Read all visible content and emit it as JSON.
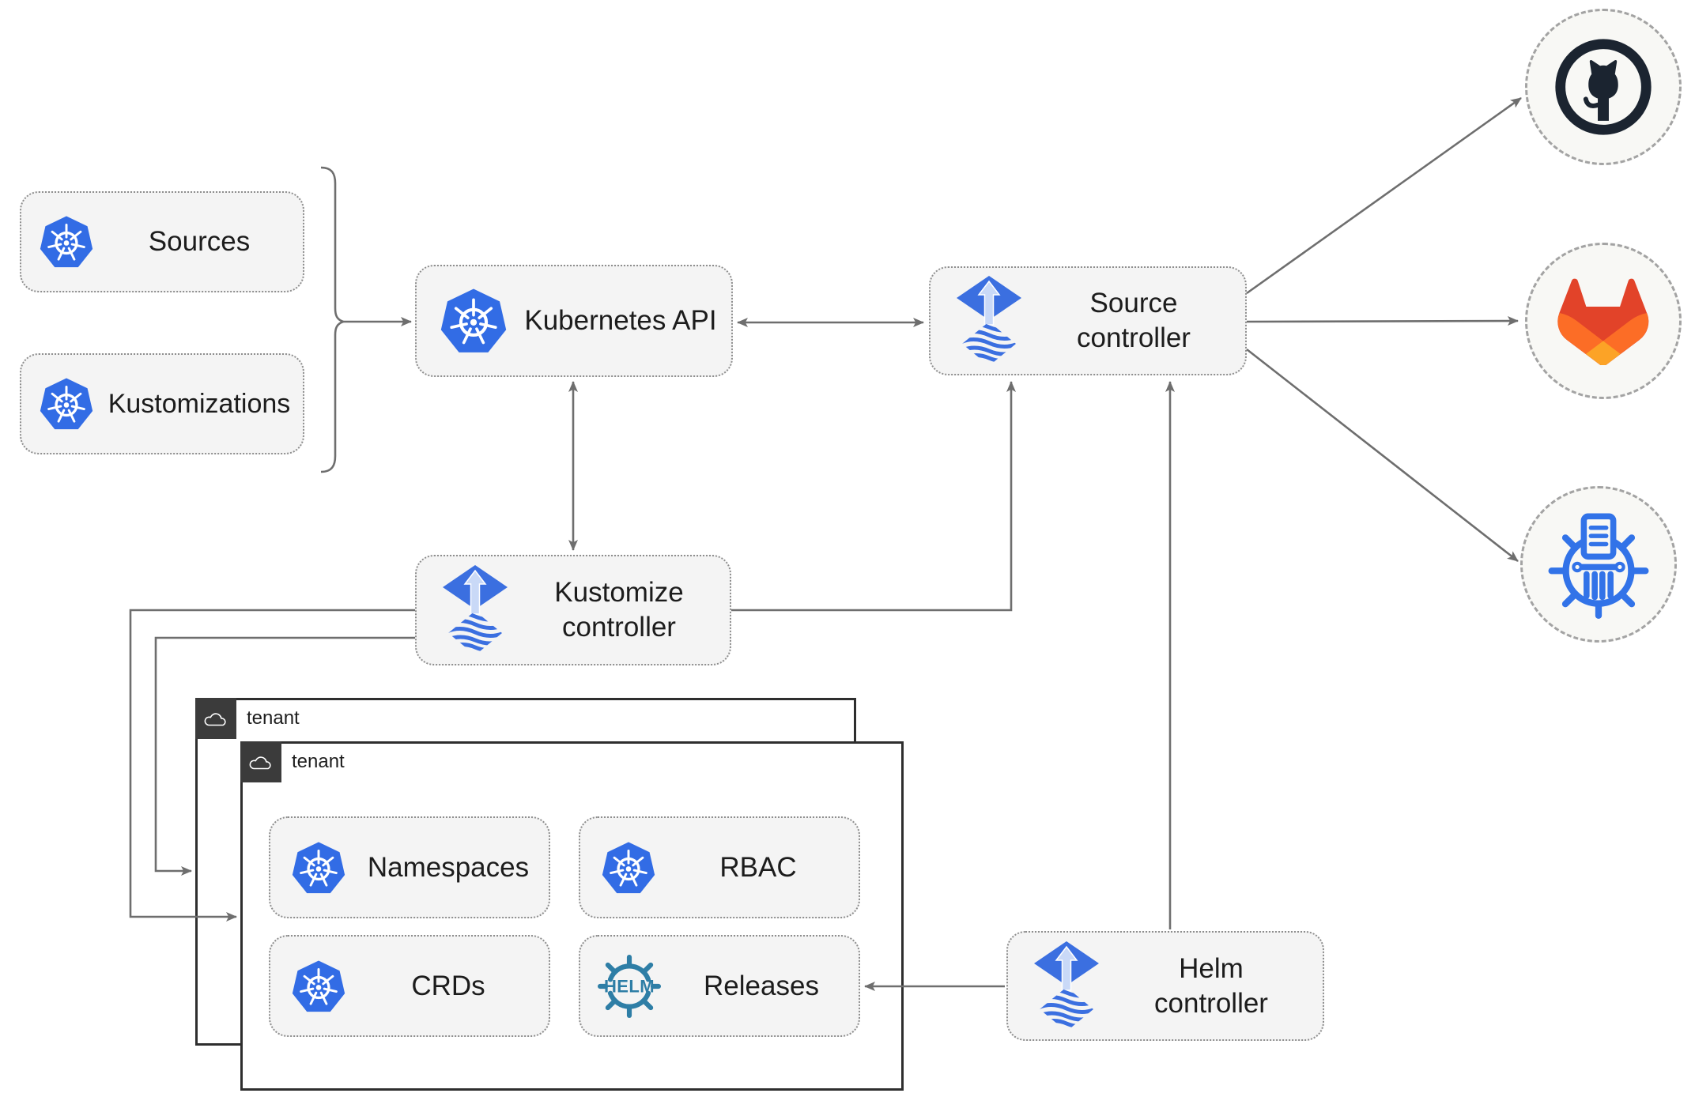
{
  "colors": {
    "kubernetes_blue": "#326CE5",
    "flux_blue": "#3b6fe0",
    "flux_arrow_light": "#c9d9f7",
    "helm_teal": "#2e7ea6",
    "github_dark": "#1b2430",
    "gitlab_red_orange": "#E24329",
    "gitlab_orange": "#FC6D26",
    "gitlab_yellow_orange": "#FCA326",
    "connector_gray": "#6e6e6e",
    "node_fill": "#f4f4f4",
    "tenant_header_dark": "#3b3b3b"
  },
  "nodes": {
    "sources": {
      "label": "Sources",
      "icon": "kubernetes-icon"
    },
    "kustomizations": {
      "label": "Kustomizations",
      "icon": "kubernetes-icon"
    },
    "kubernetes_api": {
      "label": "Kubernetes API",
      "icon": "kubernetes-icon"
    },
    "source_controller": {
      "label": "Source controller",
      "icon": "flux-icon"
    },
    "kustomize_controller": {
      "label": "Kustomize controller",
      "icon": "flux-icon"
    },
    "helm_controller": {
      "label": "Helm controller",
      "icon": "flux-icon"
    },
    "namespaces": {
      "label": "Namespaces",
      "icon": "kubernetes-icon"
    },
    "rbac": {
      "label": "RBAC",
      "icon": "kubernetes-icon"
    },
    "crds": {
      "label": "CRDs",
      "icon": "kubernetes-icon"
    },
    "releases": {
      "label": "Releases",
      "icon": "helm-wheel-icon"
    }
  },
  "helm_logo_text": "HELM",
  "tenants": [
    {
      "label": "tenant",
      "icon": "cloud-icon"
    },
    {
      "label": "tenant",
      "icon": "cloud-icon"
    }
  ],
  "remotes": [
    {
      "name": "git-repository-github",
      "icon": "github-icon"
    },
    {
      "name": "git-repository-gitlab",
      "icon": "gitlab-icon"
    },
    {
      "name": "helm-repository",
      "icon": "chartmuseum-icon"
    }
  ],
  "edges": [
    {
      "from": "sources-and-kustomizations",
      "to": "kubernetes-api",
      "type": "arrow"
    },
    {
      "from": "kubernetes-api",
      "to": "source-controller",
      "type": "bidirectional"
    },
    {
      "from": "kubernetes-api",
      "to": "kustomize-controller",
      "type": "bidirectional"
    },
    {
      "from": "kustomize-controller",
      "to": "source-controller",
      "type": "arrow"
    },
    {
      "from": "helm-controller",
      "to": "source-controller",
      "type": "arrow"
    },
    {
      "from": "source-controller",
      "to": "git-repository-github",
      "type": "arrow"
    },
    {
      "from": "source-controller",
      "to": "git-repository-gitlab",
      "type": "arrow"
    },
    {
      "from": "source-controller",
      "to": "helm-repository",
      "type": "arrow"
    },
    {
      "from": "kustomize-controller",
      "to": "tenant-back",
      "type": "arrow"
    },
    {
      "from": "kustomize-controller",
      "to": "tenant-front",
      "type": "arrow"
    },
    {
      "from": "helm-controller",
      "to": "releases",
      "type": "arrow"
    }
  ]
}
